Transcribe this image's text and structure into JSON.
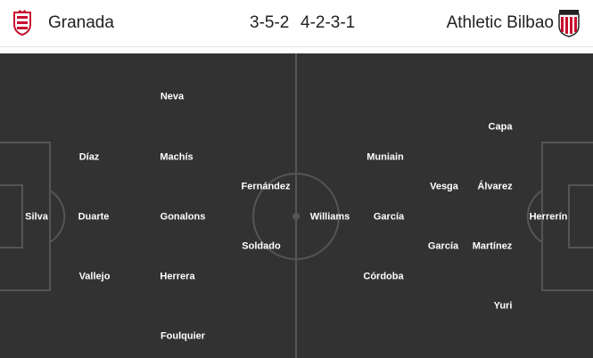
{
  "match": {
    "home": {
      "name": "Granada",
      "formation": "3-5-2",
      "players": [
        {
          "name": "Silva"
        },
        {
          "name": "Díaz"
        },
        {
          "name": "Duarte"
        },
        {
          "name": "Vallejo"
        },
        {
          "name": "Neva"
        },
        {
          "name": "Machís"
        },
        {
          "name": "Gonalons"
        },
        {
          "name": "Herrera"
        },
        {
          "name": "Foulquier"
        },
        {
          "name": "Fernández"
        },
        {
          "name": "Soldado"
        }
      ]
    },
    "away": {
      "name": "Athletic Bilbao",
      "formation": "4-2-3-1",
      "players": [
        {
          "name": "Herrerín"
        },
        {
          "name": "Capa"
        },
        {
          "name": "Álvarez"
        },
        {
          "name": "Martínez"
        },
        {
          "name": "Yuri"
        },
        {
          "name": "Vesga"
        },
        {
          "name": "García"
        },
        {
          "name": "Muniain"
        },
        {
          "name": "García"
        },
        {
          "name": "Córdoba"
        },
        {
          "name": "Williams"
        }
      ]
    }
  },
  "colors": {
    "pitch": "#323232",
    "lines": "#555555",
    "text": "#ffffff",
    "home_crest": "#c8102e",
    "away_crest": "#c8102e"
  },
  "icons": {
    "home_crest": "granada-crest-icon",
    "away_crest": "athletic-crest-icon"
  }
}
